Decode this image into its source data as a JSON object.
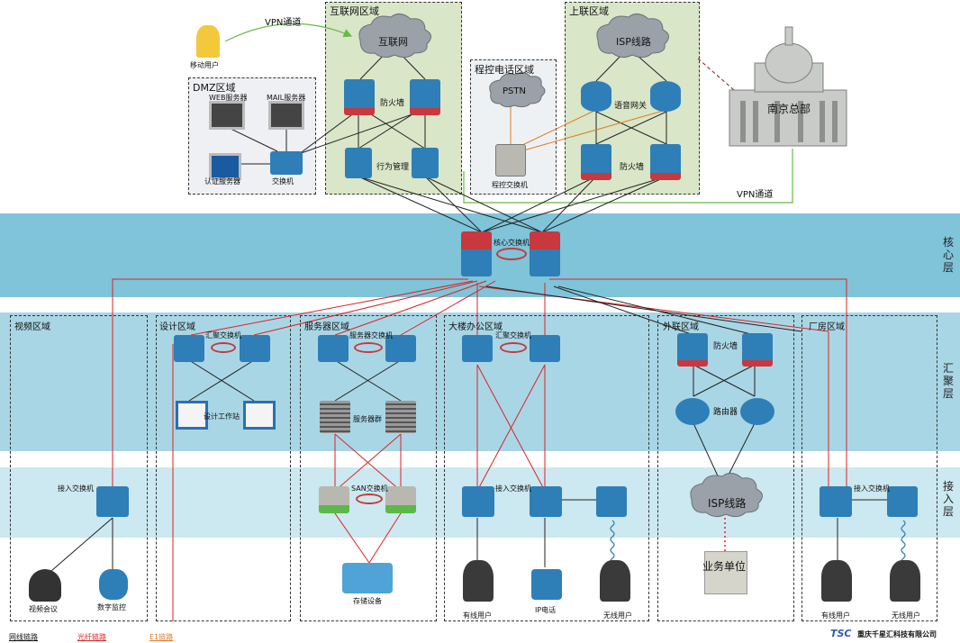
{
  "top": {
    "internet_zone": "互联网区域",
    "uplink_zone": "上联区域",
    "pbx_zone": "程控电话区域",
    "dmz_zone": "DMZ区域",
    "vpn_top": "VPN通道",
    "vpn_right": "VPN通道",
    "mobile_user": "移动用户",
    "internet_cloud": "互联网",
    "isp_cloud_top": "ISP线路",
    "pstn_cloud": "PSTN",
    "firewall_internet": "防火墙",
    "behavior_mgmt": "行为管理",
    "voice_gateway": "语音网关",
    "firewall_uplink": "防火墙",
    "pbx_switch": "程控交换机",
    "web_server": "WEB服务器",
    "mail_server": "MAIL服务器",
    "auth_server": "认证服务器",
    "dmz_switch": "交换机",
    "hq": "南京总部"
  },
  "core": {
    "switch_label": "核心交换机"
  },
  "layers": {
    "core": "核心层",
    "aggregation": "汇聚层",
    "access": "接入层"
  },
  "zones": {
    "video": {
      "title": "视频区域",
      "access_switch": "接入交换机",
      "conference": "视频会议",
      "monitor": "数字监控"
    },
    "design": {
      "title": "设计区域",
      "agg_switch": "汇聚交换机",
      "workstation": "设计工作站"
    },
    "server": {
      "title": "服务器区域",
      "server_switch": "服务器交换机",
      "servers": "服务器群",
      "san_switch": "SAN交换机",
      "storage": "存储设备"
    },
    "office": {
      "title": "大楼办公区域",
      "agg_switch": "汇聚交换机",
      "access_switch": "接入交换机",
      "wired": "有线用户",
      "ip_phone": "IP电话",
      "wireless": "无线用户"
    },
    "external": {
      "title": "外联区域",
      "firewall": "防火墙",
      "router": "路由器",
      "isp": "ISP线路",
      "business": "业务单位"
    },
    "factory": {
      "title": "厂房区域",
      "access_switch": "接入交换机",
      "wired": "有线用户",
      "wireless": "无线用户"
    }
  },
  "legend": {
    "network": "网线链路",
    "fiber": "光纤链路",
    "e1": "E1链路"
  },
  "company": {
    "logo": "TSC",
    "name": "重庆千星汇科技有限公司"
  },
  "colors": {
    "core_band": "#7fc4d9",
    "agg_band": "#a9d6e5",
    "access_band": "#cce8f0",
    "zone_green": "#d9e6c8",
    "fiber": "#dd2222",
    "e1": "#e07a1f",
    "vpn": "#66bb44",
    "device_blue": "#2e7fb8",
    "firewall_red": "#c8383e"
  }
}
